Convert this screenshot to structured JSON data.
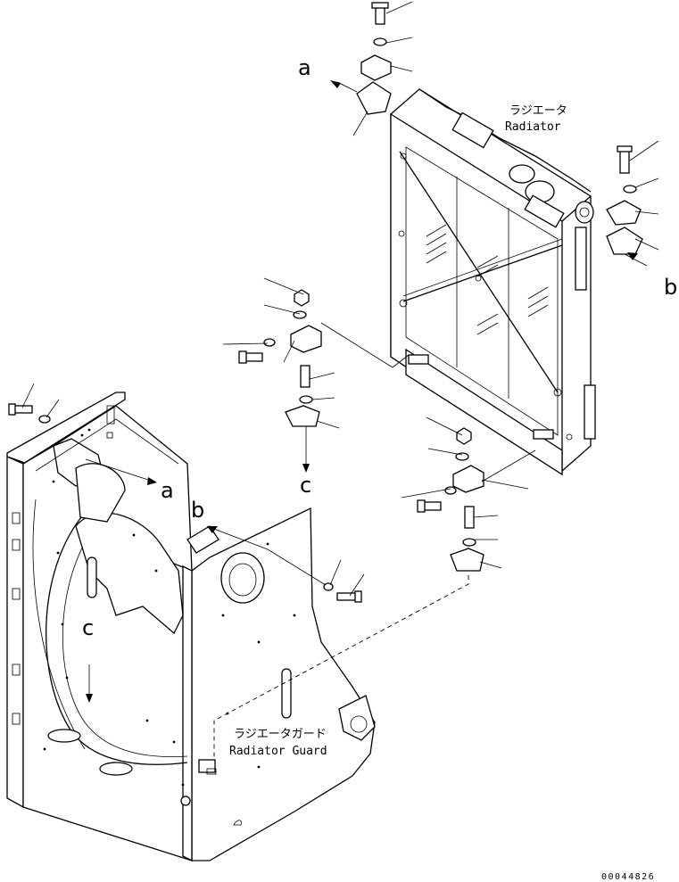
{
  "labels": {
    "radiator_jp": "ラジエータ",
    "radiator_en": "Radiator",
    "guard_jp": "ラジエータガード",
    "guard_en": "Radiator Guard",
    "ref_a": "a",
    "ref_b": "b",
    "ref_c": "c"
  },
  "doc_number": "00044826"
}
